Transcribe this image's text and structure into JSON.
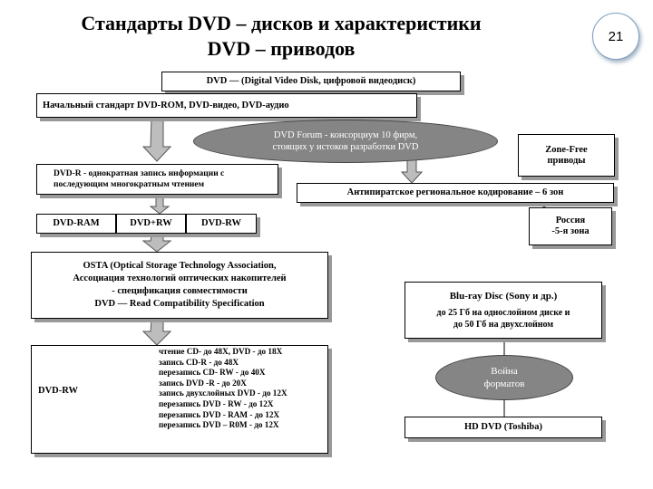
{
  "slide": {
    "title_line1": "Стандарты  DVD – дисков и характеристики",
    "title_line2": "DVD – приводов",
    "page_number": "21"
  },
  "diagram": {
    "dvd_def": "DVD  — (Digital Video Disk, цифровой видеодиск)",
    "initial_std": "Начальный стандарт DVD-ROM,  DVD-видео, DVD-аудио",
    "forum_line1": "DVD Forum - консорциум 10 фирм,",
    "forum_line2": "стоящих у истоков разработки DVD",
    "zone_free_line1": "Zone-Free",
    "zone_free_line2": "приводы",
    "dvdr_line1": "DVD-R - однократная запись информации с",
    "dvdr_line2": "последующим многократным чтением",
    "antipiracy": "Антипиратское региональное кодирование – 6 зон",
    "russia_line1": "Россия",
    "russia_line2": "-5-я зона",
    "dvd_ram": "DVD-RAM",
    "dvd_plus_rw": "DVD+RW",
    "dvd_rw_box": "DVD-RW",
    "osta_line1": "OSTA (Optical Storage Technology Association,",
    "osta_line2": "Ассоциация технологий оптических накопителей",
    "osta_line3": "- спецификация совместимости",
    "osta_line4": "DVD  — Read Compatibility Specification",
    "bluray_title": "Blu-ray Disc (Sony и др.)",
    "bluray_line1": "до 25 Гб на однослойном диске и",
    "bluray_line2": "до 50 Гб на двухслойном",
    "war_line1": "Война",
    "war_line2": "форматов",
    "hddvd": "HD DVD (Toshiba)",
    "dvdrw_label": "DVD-RW",
    "dvdrw_specs": [
      "чтение CD- до 48X, DVD - до 18X",
      "запись CD-R - до 48X",
      "перезапись CD- RW - до 40X",
      "запись DVD -R - до 20X",
      "запись двухслойных DVD - до 12X",
      "перезапись DVD - RW - до 12X",
      "перезапись DVD - RAM - до 12X",
      "перезапись DVD – R0M - до 12X"
    ]
  }
}
